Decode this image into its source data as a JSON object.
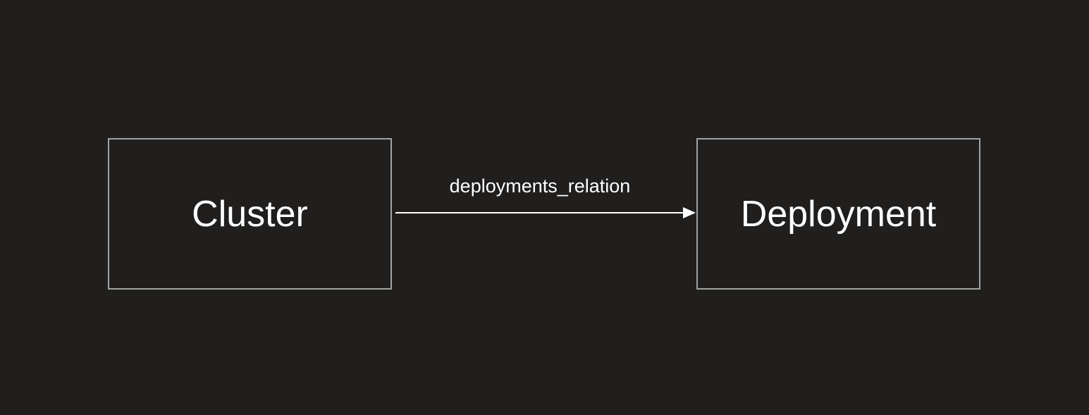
{
  "diagram": {
    "type": "entity-relation",
    "background_color": "#211F1E",
    "colors": {
      "node_border": "#A3A3A3",
      "node_text": "#FFFFFF",
      "edge_line": "#FFFFFF",
      "edge_label_text": "#FFFFFF"
    },
    "nodes": [
      {
        "id": "cluster",
        "label": "Cluster"
      },
      {
        "id": "deployment",
        "label": "Deployment"
      }
    ],
    "edges": [
      {
        "from": "cluster",
        "to": "deployment",
        "label": "deployments_relation",
        "direction": "right",
        "arrowhead": "filled-triangle"
      }
    ]
  }
}
